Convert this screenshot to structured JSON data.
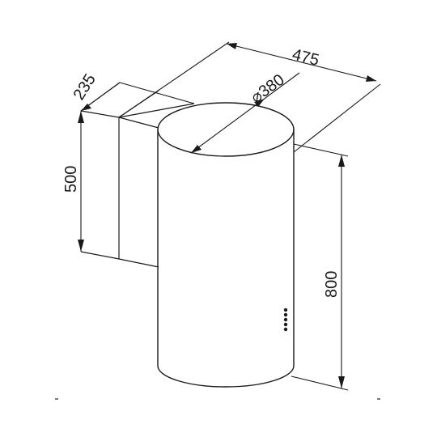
{
  "dimensions": {
    "width_total": "475",
    "depth_wall": "235",
    "diameter": "⌀380",
    "height_wall_bracket": "500",
    "height_chimney": "800"
  },
  "control_panel": {
    "buttons": 5
  }
}
